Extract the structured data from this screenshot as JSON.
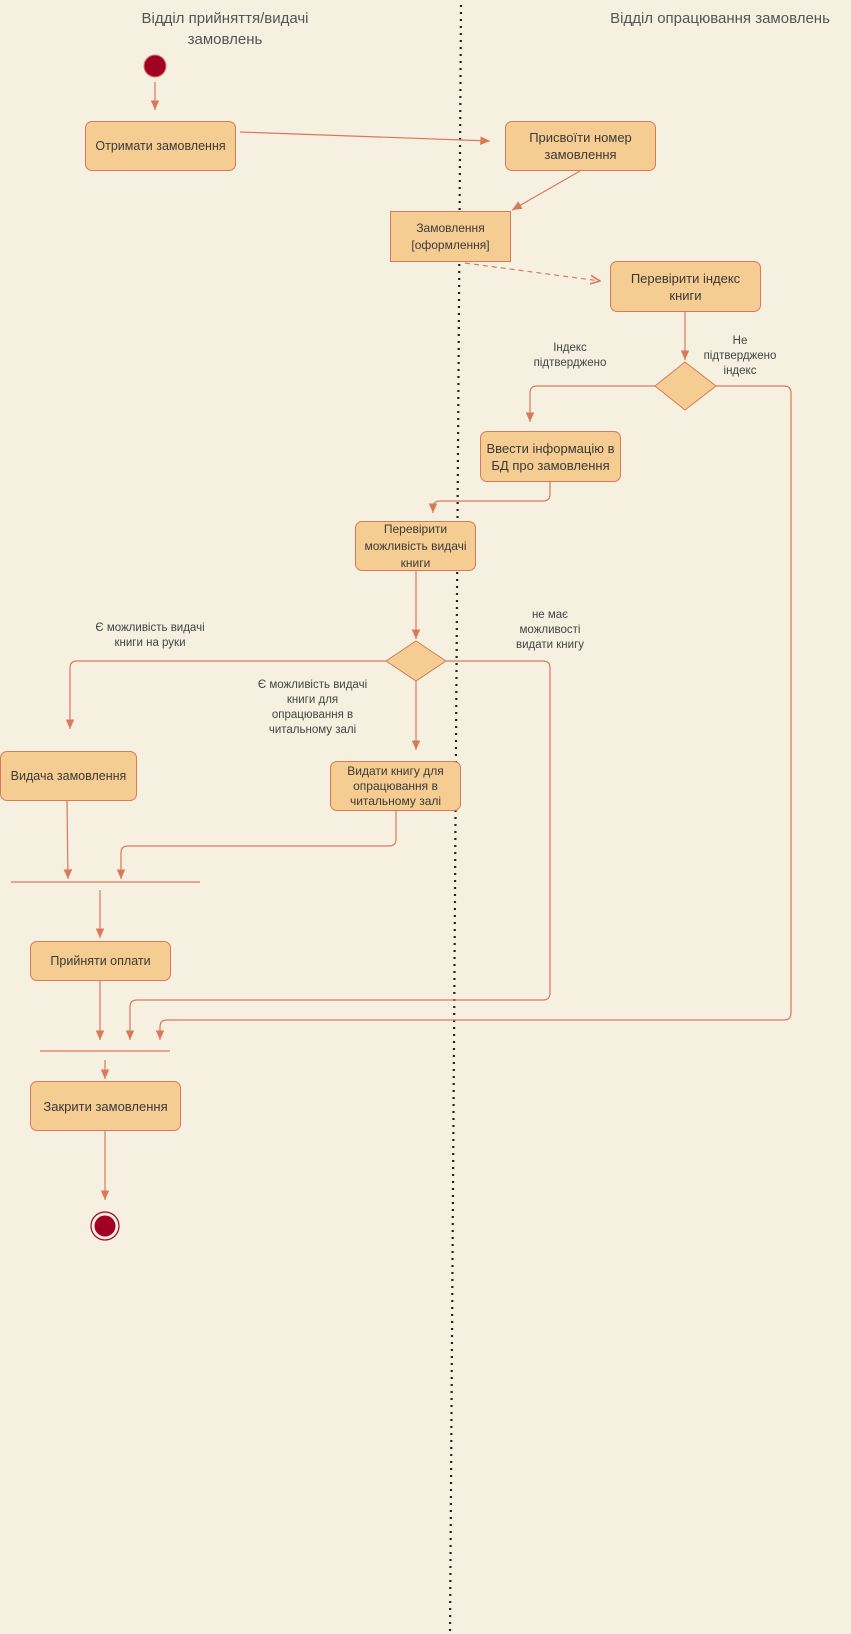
{
  "lanes": {
    "left": "Відділ прийняття/видачі замовлень",
    "right": "Відділ опрацювання замовлень"
  },
  "nodes": {
    "receive": "Отримати  замовлення",
    "assign": "Присвоїти номер замовлення",
    "order_obj": "Замовлення [оформлення]",
    "check_index": "Перевірити індекс книги",
    "enter_db": "Ввести інформацію в БД про замовлення",
    "check_issue": "Перевірити можливість видачі книги",
    "issue_order": "Видача замовлення",
    "issue_reading": "Видати книгу для опрацювання в читальному залі",
    "accept_payment": "Прийняти оплати",
    "close_order": "Закрити замовлення"
  },
  "guards": {
    "index_ok": "Індекс підтверджено",
    "index_not_ok": "Не підтверджено індекс",
    "can_issue_hand": "Є можливість видачі книги на руки",
    "can_issue_reading": "Є можливість видачі книги для опрацювання в читальному залі",
    "cannot_issue": "не має можливості видати книгу"
  },
  "colors": {
    "background": "#f5f0e0",
    "node_fill": "#f5cc91",
    "node_stroke": "#d9795a",
    "edge": "#d9795a",
    "initial_fill": "#a20025"
  }
}
